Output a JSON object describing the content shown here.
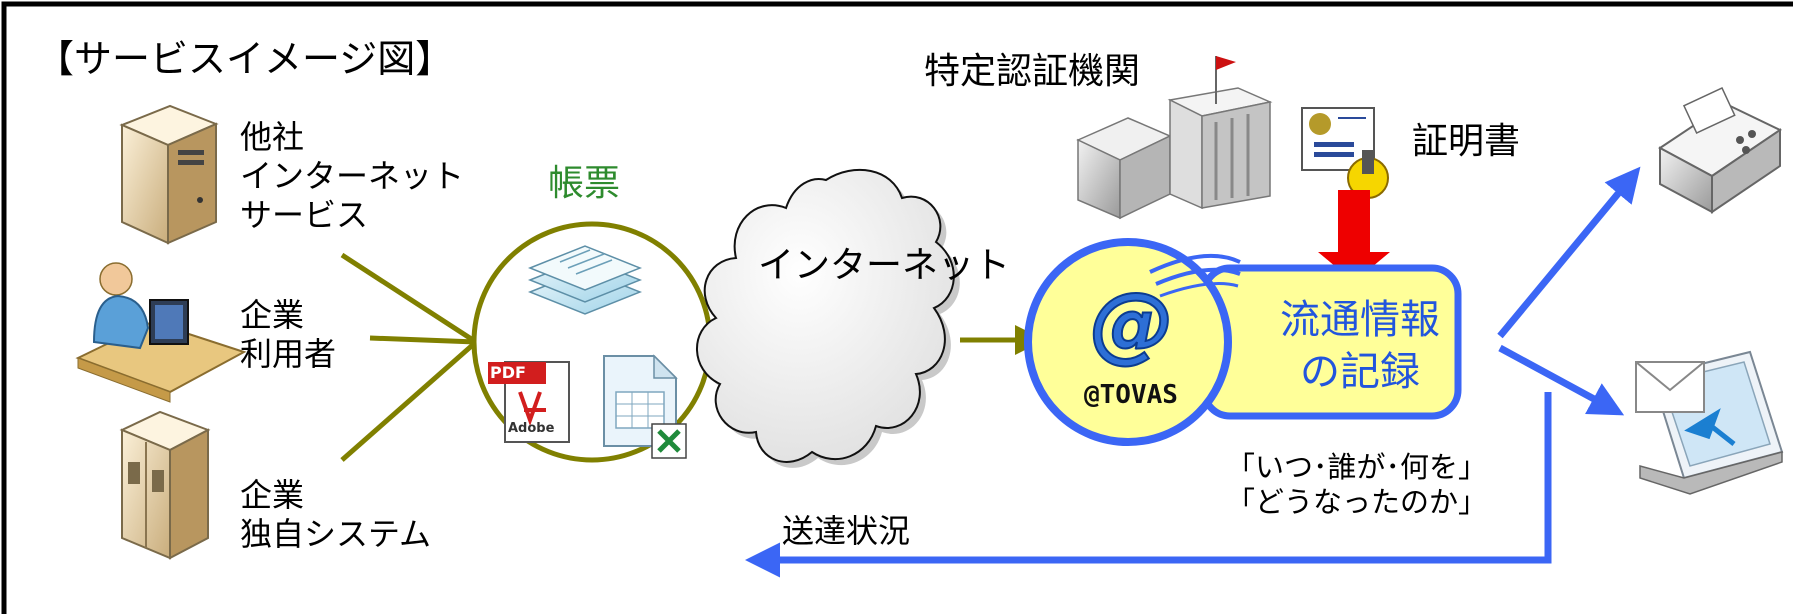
{
  "title": "【サービスイメージ図】",
  "authority": "特定認証機関",
  "certificate": "証明書",
  "sources": [
    {
      "lines": [
        "他社",
        "インターネット",
        "サービス"
      ]
    },
    {
      "lines": [
        "企業",
        "利用者"
      ]
    },
    {
      "lines": [
        "企業",
        "独自システム"
      ]
    }
  ],
  "forms": {
    "label": "帳票",
    "pdf_badge": "PDF",
    "adobe_mark": "Adobe"
  },
  "network": "インターネット",
  "service": {
    "logo_text": "@TOVAS",
    "record_lines": [
      "流通情報",
      "の記録"
    ]
  },
  "record_note": [
    "「いつ･誰が･何を」",
    "「どうなったのか」"
  ],
  "status": "送達状況",
  "colors": {
    "olive": "#808000",
    "blue": "#3b66f5",
    "red": "#ee0000",
    "record_fill": "#ffff99",
    "forms_label": "#2e8b2e"
  }
}
